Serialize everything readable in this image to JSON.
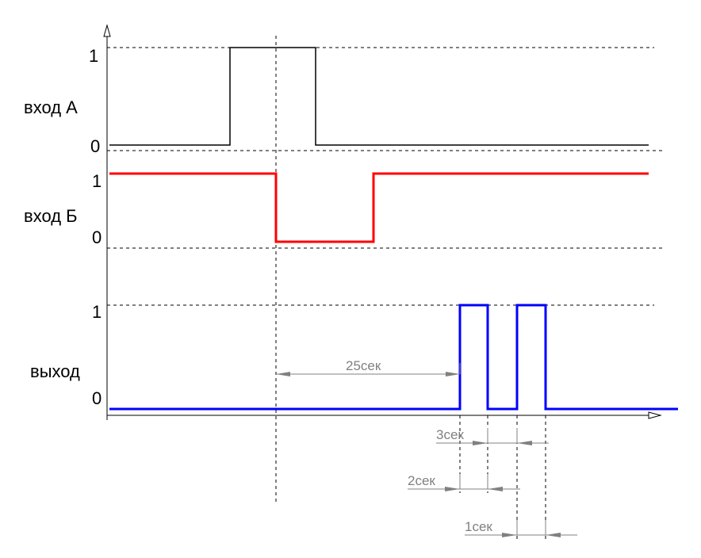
{
  "signals": [
    {
      "name": "вход А",
      "high_label": "1",
      "low_label": "0",
      "color": "#000000"
    },
    {
      "name": "вход Б",
      "high_label": "1",
      "low_label": "0",
      "color": "#ff0000"
    },
    {
      "name": "выход",
      "high_label": "1",
      "low_label": "0",
      "color": "#0000ff"
    }
  ],
  "dimensions": {
    "delay": "25сек",
    "period": "3сек",
    "pulse_on": "2сек",
    "pulse_off": "1сек"
  },
  "colors": {
    "dimension": "#808080"
  }
}
